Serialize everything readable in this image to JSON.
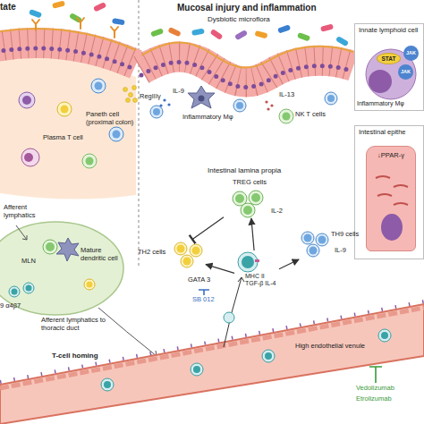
{
  "diagram": {
    "nodes": [
      {
        "text": [
          "Innate lymphoid cell"
        ]
      },
      {
        "text": [
          "STAT"
        ],
        "in": 0
      },
      {
        "text": [
          "JAK"
        ],
        "in": 0
      },
      {
        "text": [
          "JAK"
        ],
        "in": 0
      },
      {
        "text": [
          "Intestinal epithe"
        ]
      },
      {
        "text": [
          "↓PPAR-γ"
        ],
        "in": 4
      },
      {
        "text": [
          "TREG cells"
        ]
      },
      {
        "text": [
          "TH2 cells"
        ]
      },
      {
        "text": [
          "MHC II TGF-β IL-4"
        ]
      },
      {
        "text": [
          "TH9 cells"
        ]
      }
    ],
    "edges": [
      {
        "from": 8,
        "to": 6,
        "arrow": "to"
      },
      {
        "from": 8,
        "to": 7,
        "arrow": "to",
        "label": "GATA 3"
      },
      {
        "from": 8,
        "to": 9,
        "arrow": "to"
      },
      {
        "from": 6,
        "to": 7,
        "arrow": "to"
      }
    ],
    "labels": [
      "tate",
      "Mucosal injury and inflammation",
      "Dysbiotic microflora",
      "RegIIIγ",
      "Paneth cell (proximal colon)",
      "Plasma T cell",
      "IL-9",
      "Inflammatory Mφ",
      "IL-13",
      "NK T cells",
      "Inflammatory Mφ",
      "Intestinal lamina propia",
      "IL-2",
      "SB 012",
      "IL-9",
      "Afferent lymphatics",
      "MLN",
      "Mature dendritic cell",
      "9 α4β7",
      "Afferent lymphatics to thoracic duct",
      "T-cell homing",
      "High endothelial venule",
      "Vedolizumab",
      "Etrolizumab"
    ]
  }
}
